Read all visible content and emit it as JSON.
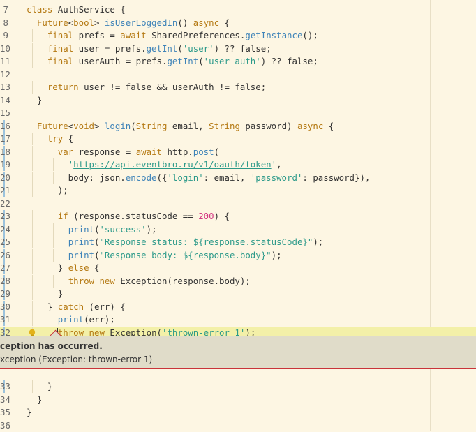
{
  "editor": {
    "lines_top": [
      {
        "n": "7",
        "text": "class AuthService {"
      },
      {
        "n": "8",
        "text": "  Future<bool> isUserLoggedIn() async {"
      },
      {
        "n": "9",
        "text": "    final prefs = await SharedPreferences.getInstance();"
      },
      {
        "n": "10",
        "text": "    final user = prefs.getInt('user') ?? false;"
      },
      {
        "n": "11",
        "text": "    final userAuth = prefs.getInt('user_auth') ?? false;"
      },
      {
        "n": "12",
        "text": ""
      },
      {
        "n": "13",
        "text": "    return user != false && userAuth != false;"
      },
      {
        "n": "14",
        "text": "  }"
      },
      {
        "n": "15",
        "text": ""
      },
      {
        "n": "16",
        "text": "  Future<void> login(String email, String password) async {"
      },
      {
        "n": "17",
        "text": "    try {"
      },
      {
        "n": "18",
        "text": "      var response = await http.post("
      },
      {
        "n": "19",
        "text": "        'https://api.eventbro.ru/v1/oauth/token',"
      },
      {
        "n": "20",
        "text": "        body: json.encode({'login': email, 'password': password}),"
      },
      {
        "n": "21",
        "text": "      );"
      },
      {
        "n": "22",
        "text": ""
      },
      {
        "n": "23",
        "text": "      if (response.statusCode == 200) {"
      },
      {
        "n": "24",
        "text": "        print('success');"
      },
      {
        "n": "25",
        "text": "        print(\"Response status: ${response.statusCode}\");"
      },
      {
        "n": "26",
        "text": "        print(\"Response body: ${response.body}\");"
      },
      {
        "n": "27",
        "text": "      } else {"
      },
      {
        "n": "28",
        "text": "        throw new Exception(response.body);"
      },
      {
        "n": "29",
        "text": "      }"
      },
      {
        "n": "30",
        "text": "    } catch (err) {"
      },
      {
        "n": "31",
        "text": "      print(err);"
      },
      {
        "n": "32",
        "text": "      throw new Exception('thrown-error 1');"
      }
    ],
    "lines_bottom": [
      {
        "n": "33",
        "text": "    }"
      },
      {
        "n": "34",
        "text": "  }"
      },
      {
        "n": "35",
        "text": "}"
      },
      {
        "n": "36",
        "text": ""
      }
    ]
  },
  "exception": {
    "title": "ception has occurred.",
    "detail": "xception (Exception: thrown-error 1)"
  },
  "colors": {
    "background": "#fdf6e3",
    "highlight": "#f3f0a8",
    "keyword": "#b57a14",
    "function": "#3e83b8",
    "string": "#2d9a8a",
    "number": "#d33682",
    "error_border": "#c9343a"
  },
  "icons": {
    "gutter_hint": "lightbulb-icon"
  }
}
